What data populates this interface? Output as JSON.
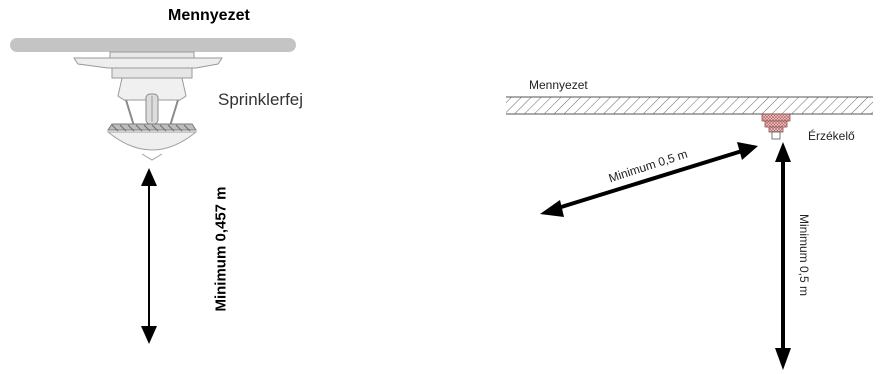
{
  "left_figure": {
    "ceiling_label": "Mennyezet",
    "sprinkler_label": "Sprinklerfej",
    "distance_label": "Minimum 0,457 m"
  },
  "right_figure": {
    "ceiling_label": "Mennyezet",
    "detector_label": "Érzékelő",
    "diagonal_distance_label": "Minimum 0,5 m",
    "vertical_distance_label": "Minimum 0,5 m"
  }
}
